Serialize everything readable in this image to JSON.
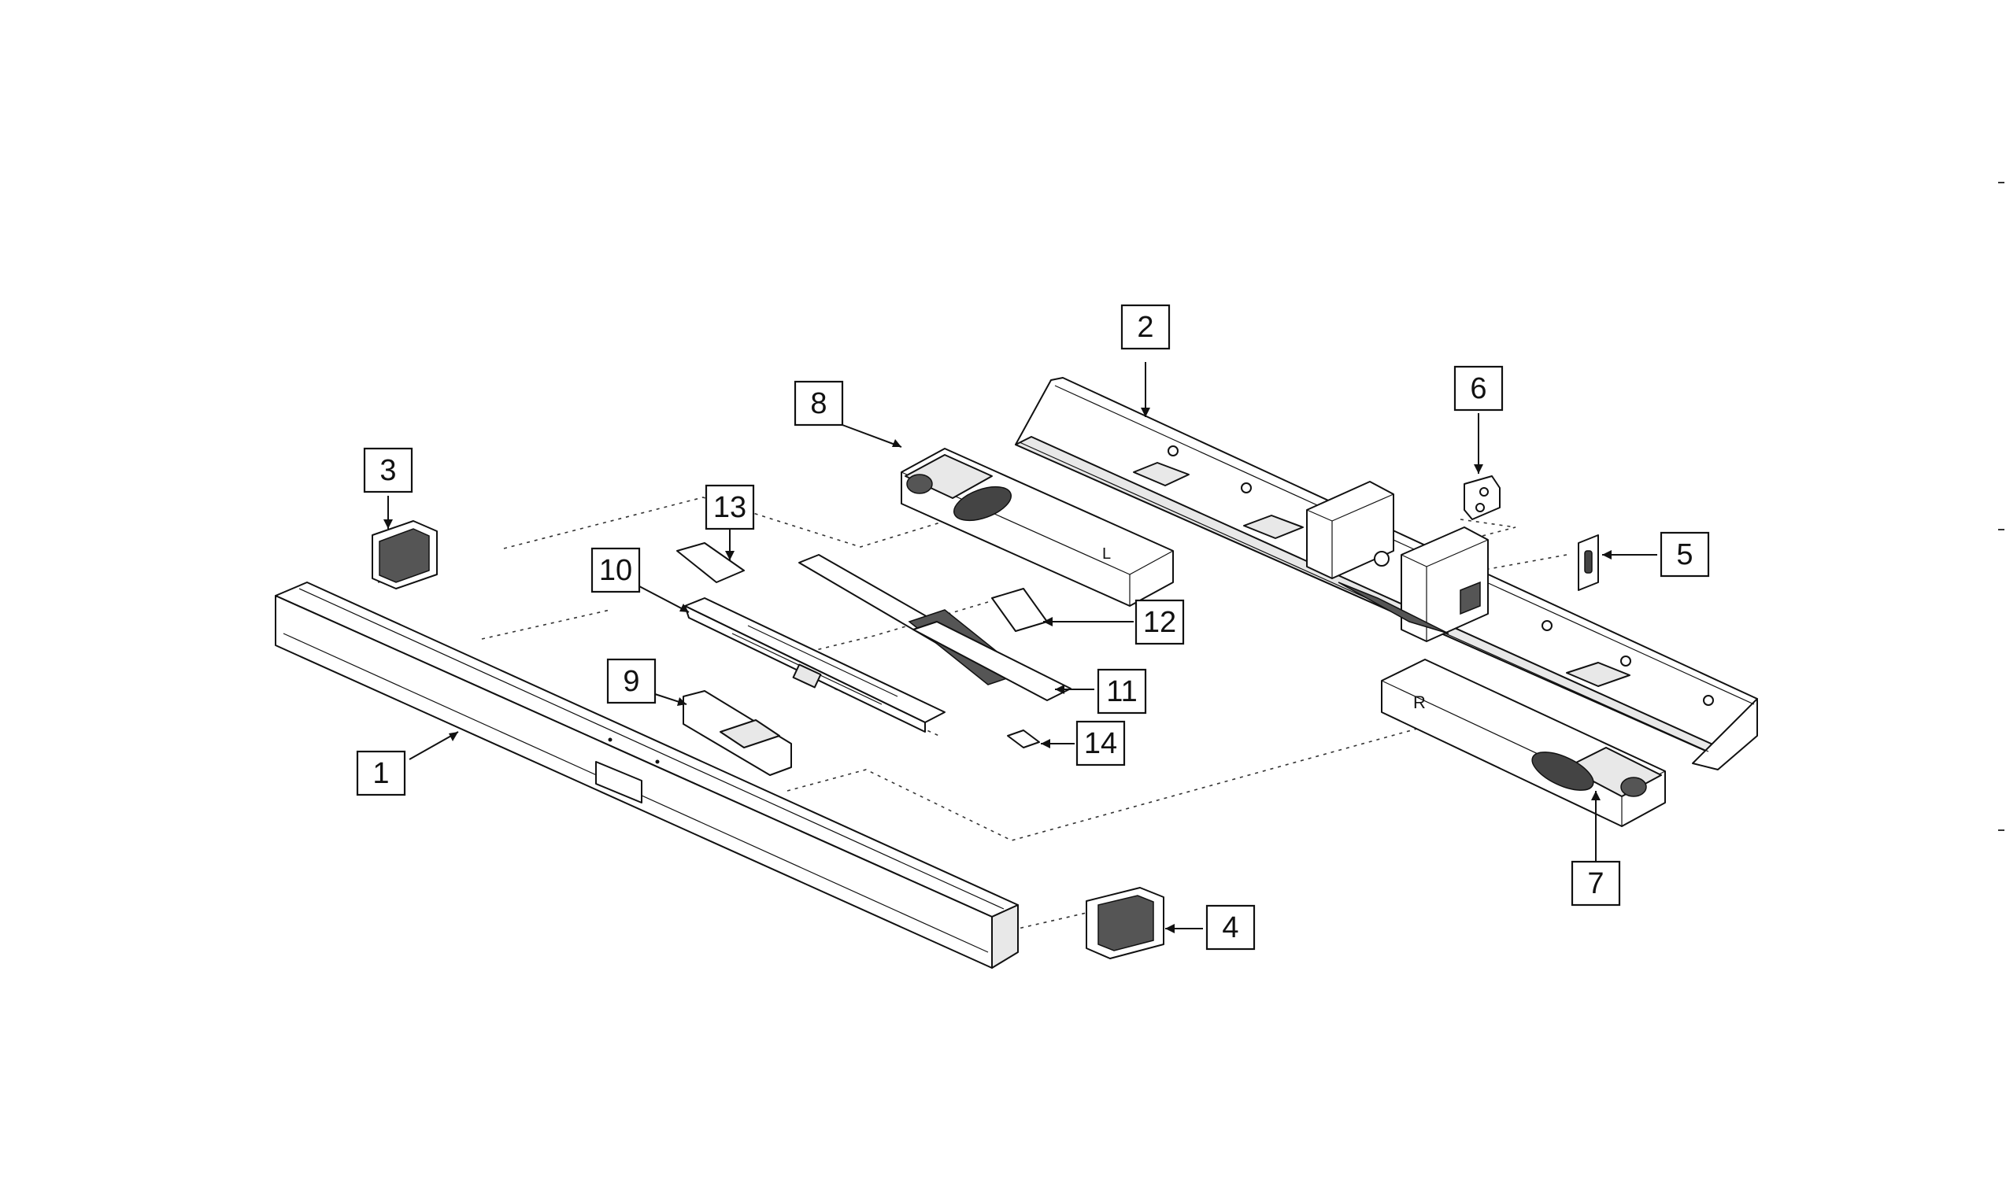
{
  "diagram": {
    "callouts": [
      {
        "id": "1",
        "label": "1"
      },
      {
        "id": "2",
        "label": "2"
      },
      {
        "id": "3",
        "label": "3"
      },
      {
        "id": "4",
        "label": "4"
      },
      {
        "id": "5",
        "label": "5"
      },
      {
        "id": "6",
        "label": "6"
      },
      {
        "id": "7",
        "label": "7"
      },
      {
        "id": "8",
        "label": "8"
      },
      {
        "id": "9",
        "label": "9"
      },
      {
        "id": "10",
        "label": "10"
      },
      {
        "id": "11",
        "label": "11"
      },
      {
        "id": "12",
        "label": "12"
      },
      {
        "id": "13",
        "label": "13"
      },
      {
        "id": "14",
        "label": "14"
      }
    ],
    "part_markings": {
      "left_speaker": "L",
      "right_speaker": "R"
    }
  }
}
